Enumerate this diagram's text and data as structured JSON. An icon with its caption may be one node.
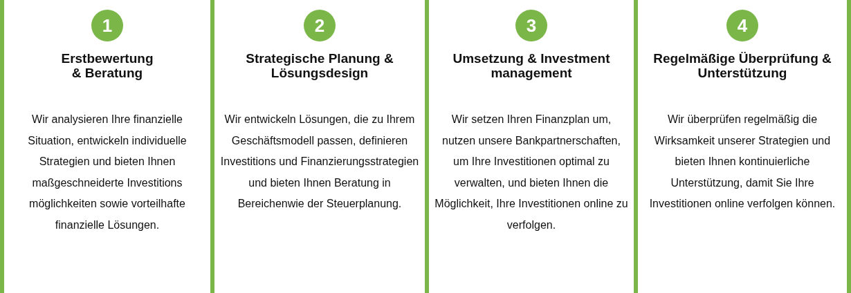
{
  "diagram": {
    "nodes": [
      {
        "text": [
          "Erstbewertung & Beratung",
          "Wir analysieren Ihre finanzielle Situation, entwickeln individuelle Strategien und bieten Ihnen maßgeschneiderte Investitions möglichkeiten sowie vorteilhafte finanzielle Lösungen."
        ]
      },
      {
        "text": [
          "1"
        ],
        "in": 0
      },
      {
        "text": [
          "Strategische Planung & Lösungsdesign",
          "Wir entwickeln Lösungen, die zu Ihrem Geschäftsmodell passen, definieren Investitions und Finanzierungsstrategien und bieten Ihnen Beratung in Bereichenwie der Steuerplanung."
        ]
      },
      {
        "text": [
          "2"
        ],
        "in": 2
      },
      {
        "text": [
          "Umsetzung & Investment management",
          "Wir setzen Ihren Finanzplan um, nutzen unsere Bankpartnerschaften, um Ihre Investitionen optimal zu verwalten, und bieten Ihnen die Möglichkeit, Ihre Investitionen online zu verfolgen."
        ]
      },
      {
        "text": [
          "3"
        ],
        "in": 4
      },
      {
        "text": [
          "Regelmäßige Überprüfung & Unterstützung",
          "Wir überprüfen regelmäßig die Wirksamkeit unserer Strategien und bieten Ihnen kontinuierliche Unterstützung, damit Sie Ihre Investitionen online verfolgen können."
        ]
      },
      {
        "text": [
          "4"
        ],
        "in": 6
      }
    ]
  }
}
